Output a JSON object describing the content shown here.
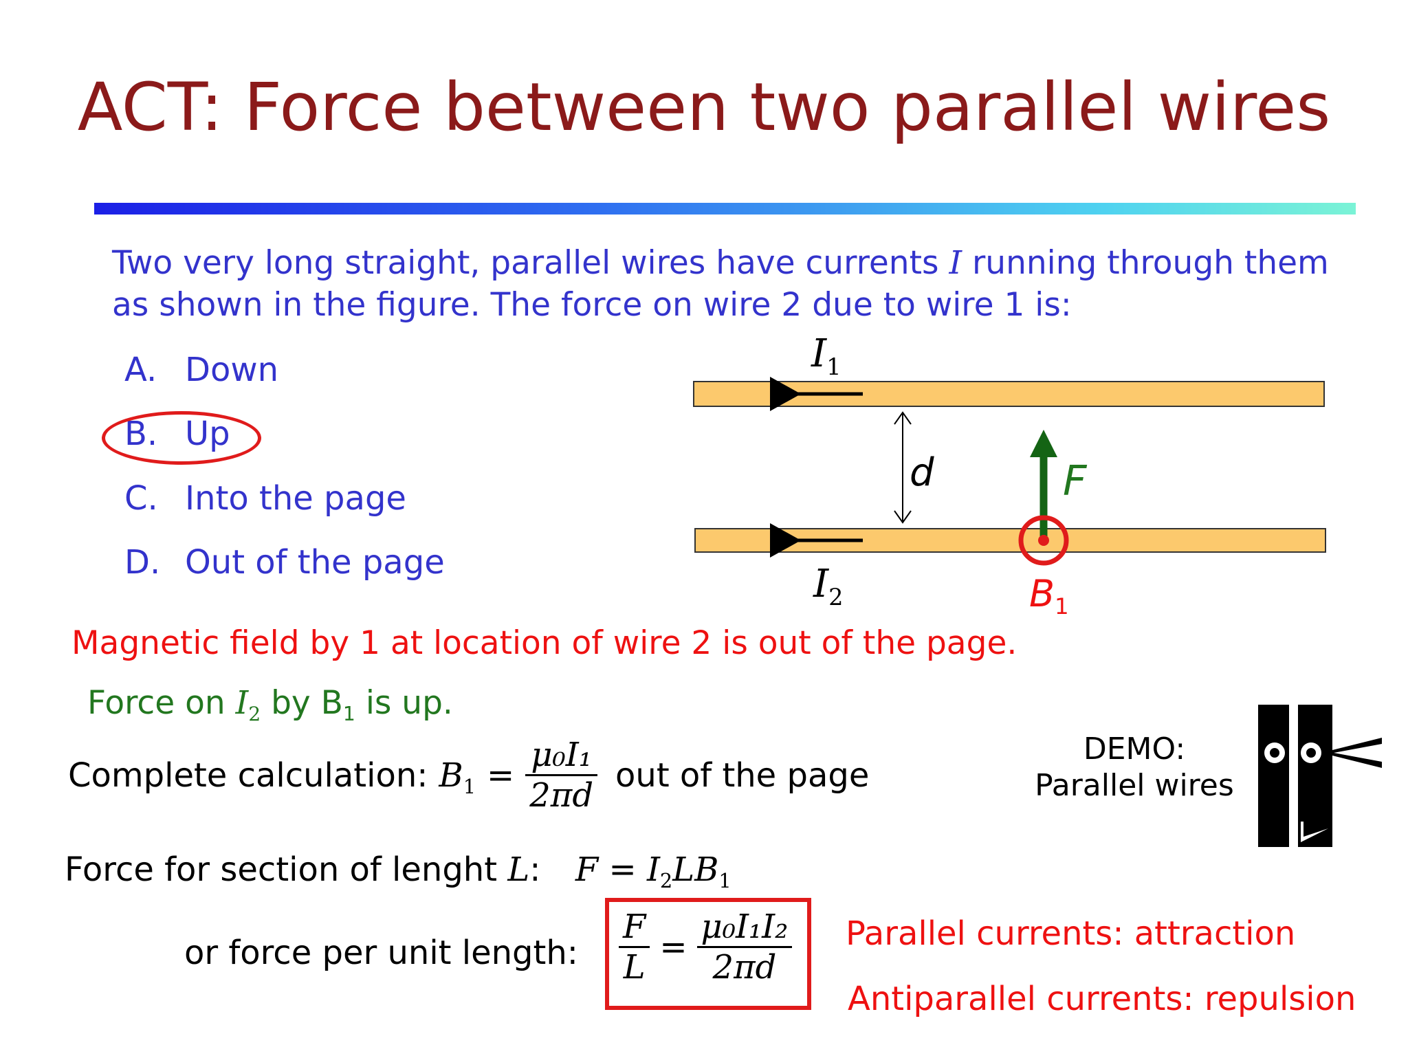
{
  "title": "ACT: Force between two parallel wires",
  "question": {
    "line1": "Two very long straight, parallel wires have currents",
    "line1_var": "I",
    "line1_end": "running through them",
    "line2": "as shown in the figure. The force on wire 2 due to wire 1 is:"
  },
  "options": [
    {
      "letter": "A.",
      "label": "Down"
    },
    {
      "letter": "B.",
      "label": "Up"
    },
    {
      "letter": "C.",
      "label": "Into the page"
    },
    {
      "letter": "D.",
      "label": "Out of the page"
    }
  ],
  "figure": {
    "wire1_current": "I",
    "wire1_sub": "1",
    "wire2_current": "I",
    "wire2_sub": "2",
    "separation": "d",
    "force_label": "F",
    "field_label": "B",
    "field_sub": "1"
  },
  "explanation": {
    "field_line": "Magnetic field by 1 at location of wire 2 is out of the page.",
    "force_prefix": "Force on",
    "force_var": "I",
    "force_var_sub": "2",
    "force_by": "by B",
    "force_by_sub": "1",
    "force_suffix": "is up."
  },
  "calc": {
    "label": "Complete calculation:",
    "lhs": "B",
    "lhs_sub": "1",
    "eq": "=",
    "num": "μ₀I₁",
    "den": "2πd",
    "suffix": "out of the page"
  },
  "force_section": {
    "label_prefix": "Force for section of lenght",
    "label_var": "L",
    "label_colon": ":",
    "formula_f": "F",
    "eq": "=",
    "formula_i": "I",
    "formula_i_sub": "2",
    "formula_l": "L",
    "formula_b": "B",
    "formula_b_sub": "1"
  },
  "per_unit": {
    "label": "or force per unit length:",
    "lhs_num": "F",
    "lhs_den": "L",
    "eq": "=",
    "rhs_num": "μ₀I₁I₂",
    "rhs_den": "2πd"
  },
  "conclusions": {
    "parallel": "Parallel currents: attraction",
    "antiparallel": "Antiparallel currents: repulsion"
  },
  "demo": {
    "line1": "DEMO:",
    "line2": "Parallel wires",
    "icon": "demo-icon"
  },
  "colors": {
    "title": "#8b1a1a",
    "question": "#3333cc",
    "answer_red": "#e01b1b",
    "force_green": "#22771f",
    "wire": "#fcc96d",
    "wire_border": "#333333",
    "arrow_green": "#146414"
  }
}
